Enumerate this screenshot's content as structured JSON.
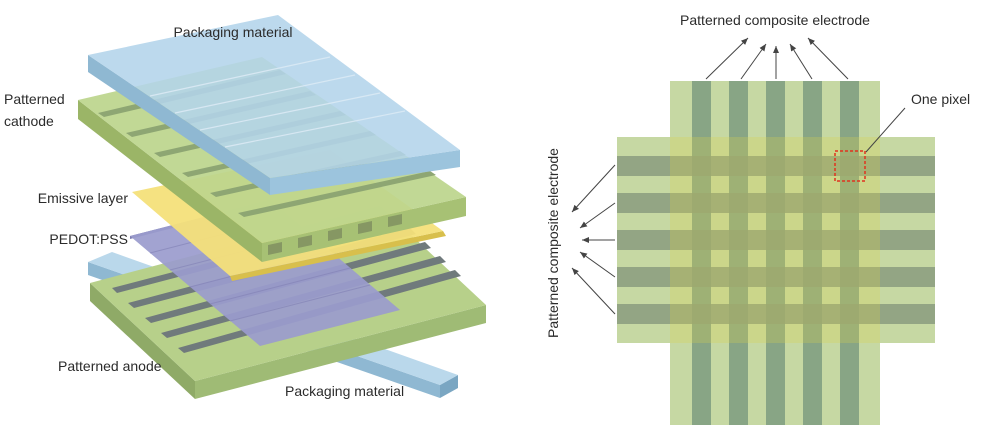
{
  "left_panel": {
    "labels": {
      "packaging_top": "Packaging material",
      "cathode_line1": "Patterned",
      "cathode_line2": "cathode",
      "emissive": "Emissive layer",
      "pedot": "PEDOT:PSS",
      "anode": "Patterned anode",
      "packaging_bottom": "Packaging material"
    }
  },
  "right_panel": {
    "labels": {
      "top_electrode": "Patterned composite electrode",
      "side_electrode": "Patterned composite electrode",
      "pixel": "One pixel"
    }
  },
  "colors": {
    "packaging": "#a9cfe8",
    "cathode": "#b5cf86",
    "emissive": "#f2de6e",
    "pedot": "#9c9ccc",
    "anode_substrate": "#b4cf86",
    "electrode_light": "#c9d9a3",
    "electrode_dark": "#86a383",
    "pixel_marker": "#e0321e"
  }
}
